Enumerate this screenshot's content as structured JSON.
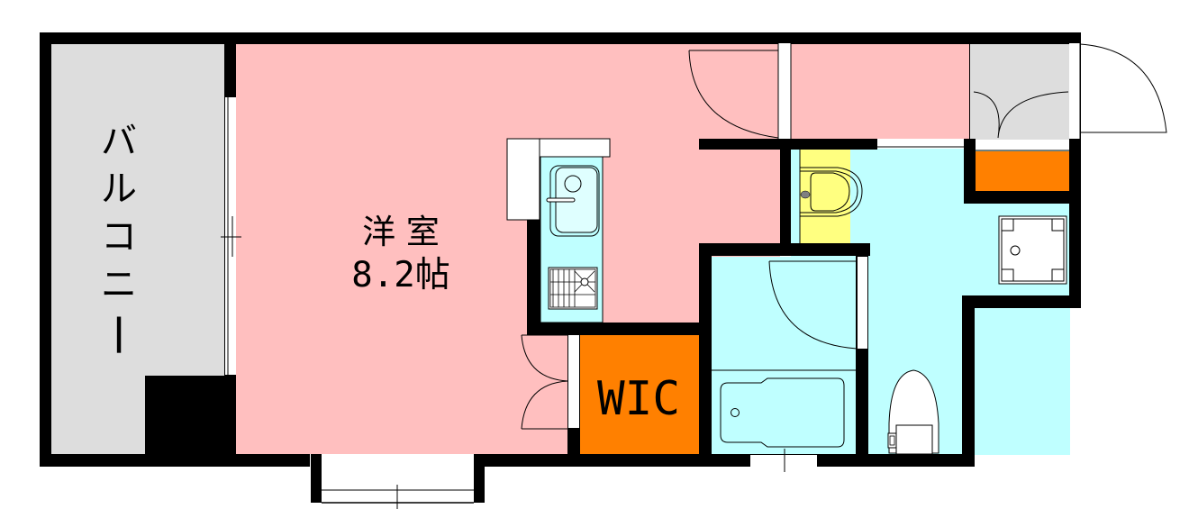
{
  "plan": {
    "colors": {
      "wall": "#000000",
      "western_room": "#ffbfbf",
      "balcony": "#dddddd",
      "wet_area": "#bfffff",
      "washbasin": "#ffff80",
      "storage": "#ff8000",
      "entrance": "#dddddd",
      "fixture": "#ffffff"
    },
    "rooms": {
      "balcony": {
        "label": "バルコニー"
      },
      "western_room": {
        "name": "洋 室",
        "size": "8.2帖"
      },
      "wic": {
        "label": "WIC"
      }
    }
  }
}
